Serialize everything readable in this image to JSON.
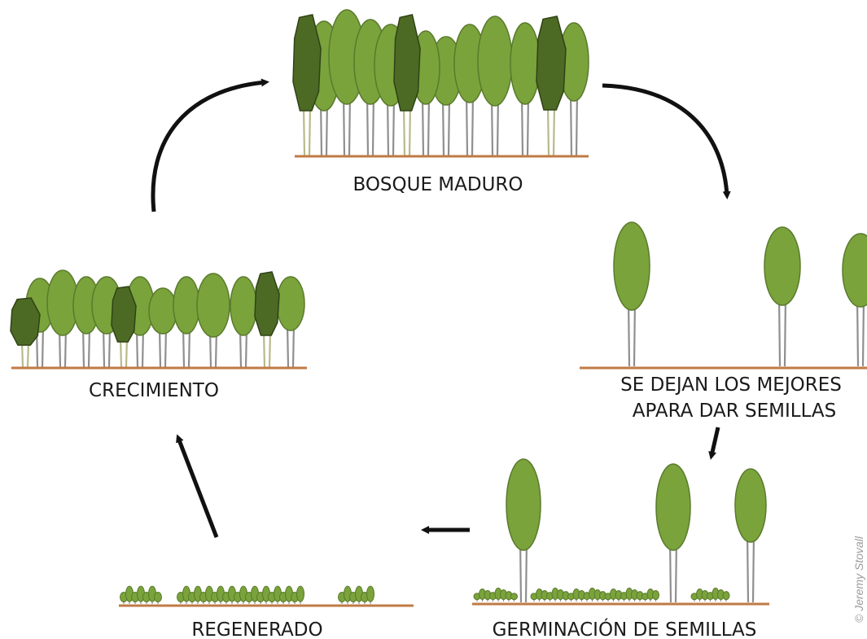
{
  "diagram": {
    "stages": {
      "mature": {
        "label": "BOSQUE MADURO"
      },
      "seed_trees": {
        "label_line1": "SE DEJAN LOS MEJORES",
        "label_line2": "APARA DAR SEMILLAS"
      },
      "germination": {
        "label": "GERMINACIÓN DE SEMILLAS"
      },
      "regenerated": {
        "label": "REGENERADO"
      },
      "growth": {
        "label": "CRECIMIENTO"
      }
    },
    "credit": "© Jeremy Stovall",
    "colors": {
      "leaf": "#7aa33c",
      "leaf_dark": "#4d6a24",
      "leaf_outline": "#5a7a2c",
      "trunk": "#8f8f8f",
      "trunk_fill": "#ffffff",
      "ground": "#c07a45",
      "arrow": "#111111",
      "text": "#1a1a1a"
    }
  }
}
